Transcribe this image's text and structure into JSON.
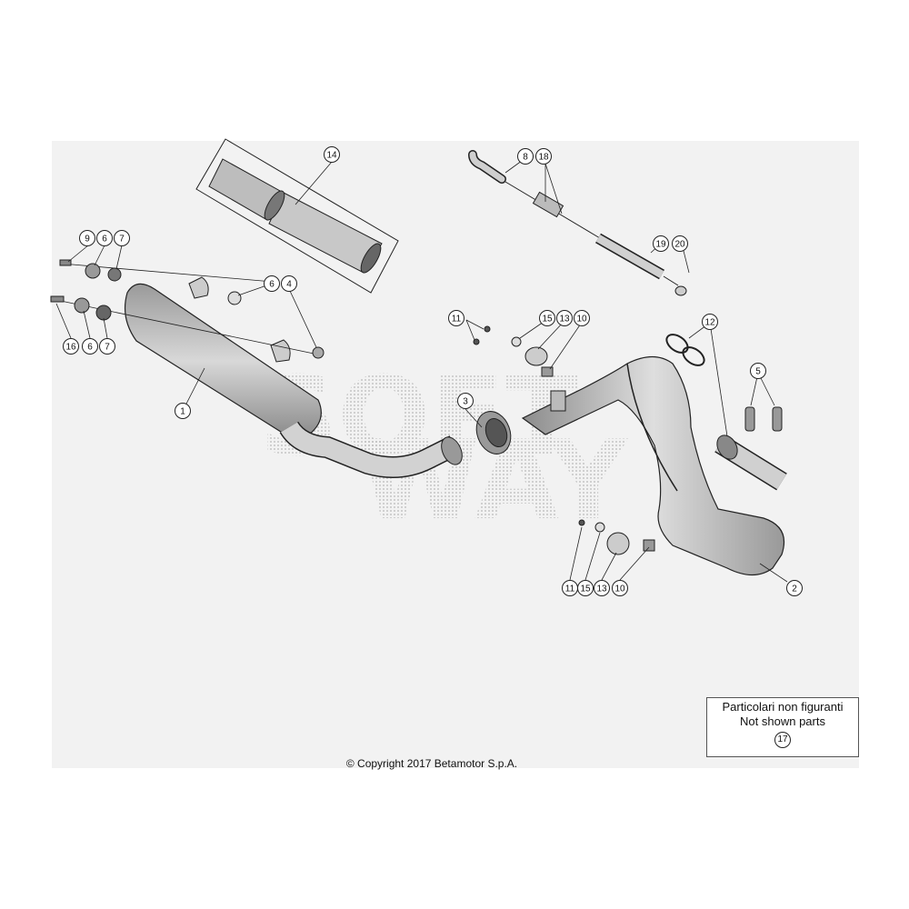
{
  "callouts": [
    {
      "id": "c14",
      "label": "14"
    },
    {
      "id": "c8",
      "label": "8"
    },
    {
      "id": "c18",
      "label": "18"
    },
    {
      "id": "c19",
      "label": "19"
    },
    {
      "id": "c20",
      "label": "20"
    },
    {
      "id": "c9",
      "label": "9"
    },
    {
      "id": "c6a",
      "label": "6"
    },
    {
      "id": "c7a",
      "label": "7"
    },
    {
      "id": "c6b",
      "label": "6"
    },
    {
      "id": "c4",
      "label": "4"
    },
    {
      "id": "c16",
      "label": "16"
    },
    {
      "id": "c6c",
      "label": "6"
    },
    {
      "id": "c7b",
      "label": "7"
    },
    {
      "id": "c1",
      "label": "1"
    },
    {
      "id": "c11a",
      "label": "11"
    },
    {
      "id": "c15a",
      "label": "15"
    },
    {
      "id": "c13a",
      "label": "13"
    },
    {
      "id": "c10a",
      "label": "10"
    },
    {
      "id": "c12",
      "label": "12"
    },
    {
      "id": "c3",
      "label": "3"
    },
    {
      "id": "c5",
      "label": "5"
    },
    {
      "id": "c11b",
      "label": "11"
    },
    {
      "id": "c15b",
      "label": "15"
    },
    {
      "id": "c13b",
      "label": "13"
    },
    {
      "id": "c10b",
      "label": "10"
    },
    {
      "id": "c2",
      "label": "2"
    }
  ],
  "watermark": {
    "line1": "SOFT",
    "line2": "WAY"
  },
  "note": {
    "line1": "Particolari non figuranti",
    "line2": "Not shown parts",
    "callout": "17"
  },
  "copyright": "© Copyright 2017 Betamotor S.p.A.",
  "colors": {
    "background": "#f2f2f2",
    "line": "#222222",
    "part_fill": "#cfcfcf",
    "part_shade": "#7a7a7a"
  }
}
